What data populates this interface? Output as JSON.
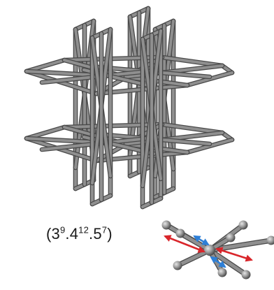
{
  "topology_symbol": {
    "open": "(",
    "parts": [
      {
        "base": "3",
        "exp": "9"
      },
      {
        "base": ".4",
        "exp": "12"
      },
      {
        "base": ".5",
        "exp": "7"
      }
    ],
    "close": ")"
  },
  "colors": {
    "rod": "#8f8f8f",
    "rod_edge": "#4a4a4a",
    "node": "#8a8a8a",
    "arrow_red": "#d9262b",
    "arrow_blue": "#2e7fd6"
  }
}
